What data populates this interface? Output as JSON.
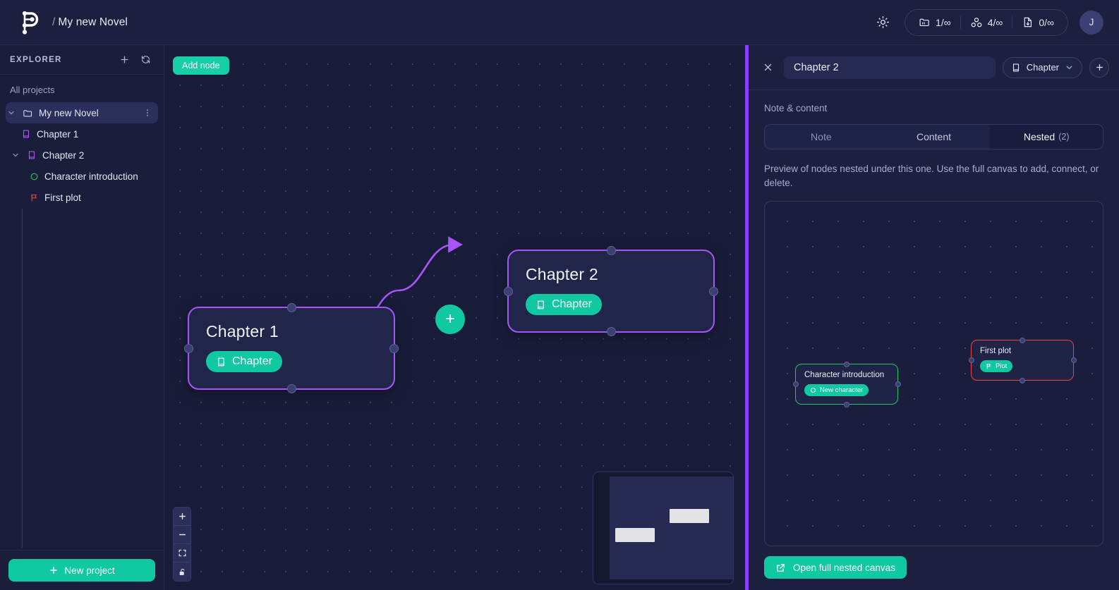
{
  "topbar": {
    "logo_icon": "plottr-node-logo",
    "breadcrumb_slash": "/",
    "project_name": "My new Novel",
    "theme_toggle_icon": "sun-icon",
    "counters": [
      {
        "icon": "folder-icon",
        "value": "1/∞"
      },
      {
        "icon": "nodes-icon",
        "value": "4/∞"
      },
      {
        "icon": "document-icon",
        "value": "0/∞"
      }
    ],
    "avatar_initial": "J"
  },
  "sidebar": {
    "header": "EXPLORER",
    "add_icon": "plus-icon",
    "refresh_icon": "refresh-icon",
    "all_projects_label": "All projects",
    "tree": [
      {
        "label": "My new Novel",
        "icon": "folder-icon",
        "depth": 0,
        "selected": true,
        "expanded": true,
        "menu_icon": "kebab-icon"
      },
      {
        "label": "Chapter 1",
        "icon": "book-icon",
        "depth": 1,
        "selected": false,
        "expanded": false
      },
      {
        "label": "Chapter 2",
        "icon": "book-icon",
        "depth": 1,
        "selected": false,
        "expanded": true
      },
      {
        "label": "Character introduction",
        "icon": "circle-icon",
        "depth": 2,
        "selected": false
      },
      {
        "label": "First plot",
        "icon": "flag-icon",
        "depth": 2,
        "selected": false
      }
    ],
    "new_project_label": "New project"
  },
  "canvas": {
    "add_node_label": "Add node",
    "edge_plus_label": "+",
    "nodes": [
      {
        "title": "Chapter 1",
        "badge": "Chapter",
        "badge_icon": "book-icon",
        "border_color": "#a855f7"
      },
      {
        "title": "Chapter 2",
        "badge": "Chapter",
        "badge_icon": "book-icon",
        "border_color": "#a855f7"
      }
    ],
    "controls": [
      {
        "name": "zoom-in",
        "glyph": "+"
      },
      {
        "name": "zoom-out",
        "glyph": "−"
      },
      {
        "name": "fit-view",
        "glyph": "fit-icon"
      },
      {
        "name": "lock",
        "glyph": "lock-icon"
      }
    ],
    "minimap_label": "minimap"
  },
  "panel": {
    "close_icon": "close-icon",
    "node_title": "Chapter 2",
    "node_title_placeholder": "Node title",
    "type_value": "Chapter",
    "type_icon": "book-icon",
    "type_chevron": "chevron-down-icon",
    "add_label": "+",
    "section_label": "Note & content",
    "tabs": [
      {
        "label": "Note",
        "count": "",
        "active": false
      },
      {
        "label": "Content",
        "count": "",
        "active": false
      },
      {
        "label": "Nested",
        "count": "(2)",
        "active": true
      }
    ],
    "description": "Preview of nodes nested under this one. Use the full canvas to add, connect, or delete.",
    "nested_nodes": [
      {
        "title": "Character introduction",
        "badge": "New character",
        "badge_icon": "circle-icon",
        "border_color": "#22c55e"
      },
      {
        "title": "First plot",
        "badge": "Plot",
        "badge_icon": "flag-icon",
        "border_color": "#ef4444"
      }
    ],
    "open_canvas_label": "Open full nested canvas",
    "open_canvas_icon": "external-link-icon"
  },
  "colors": {
    "accent_teal": "#10c9a3",
    "accent_purple": "#a855f7",
    "green": "#22c55e",
    "red": "#ef4444",
    "bg": "#181a35"
  }
}
